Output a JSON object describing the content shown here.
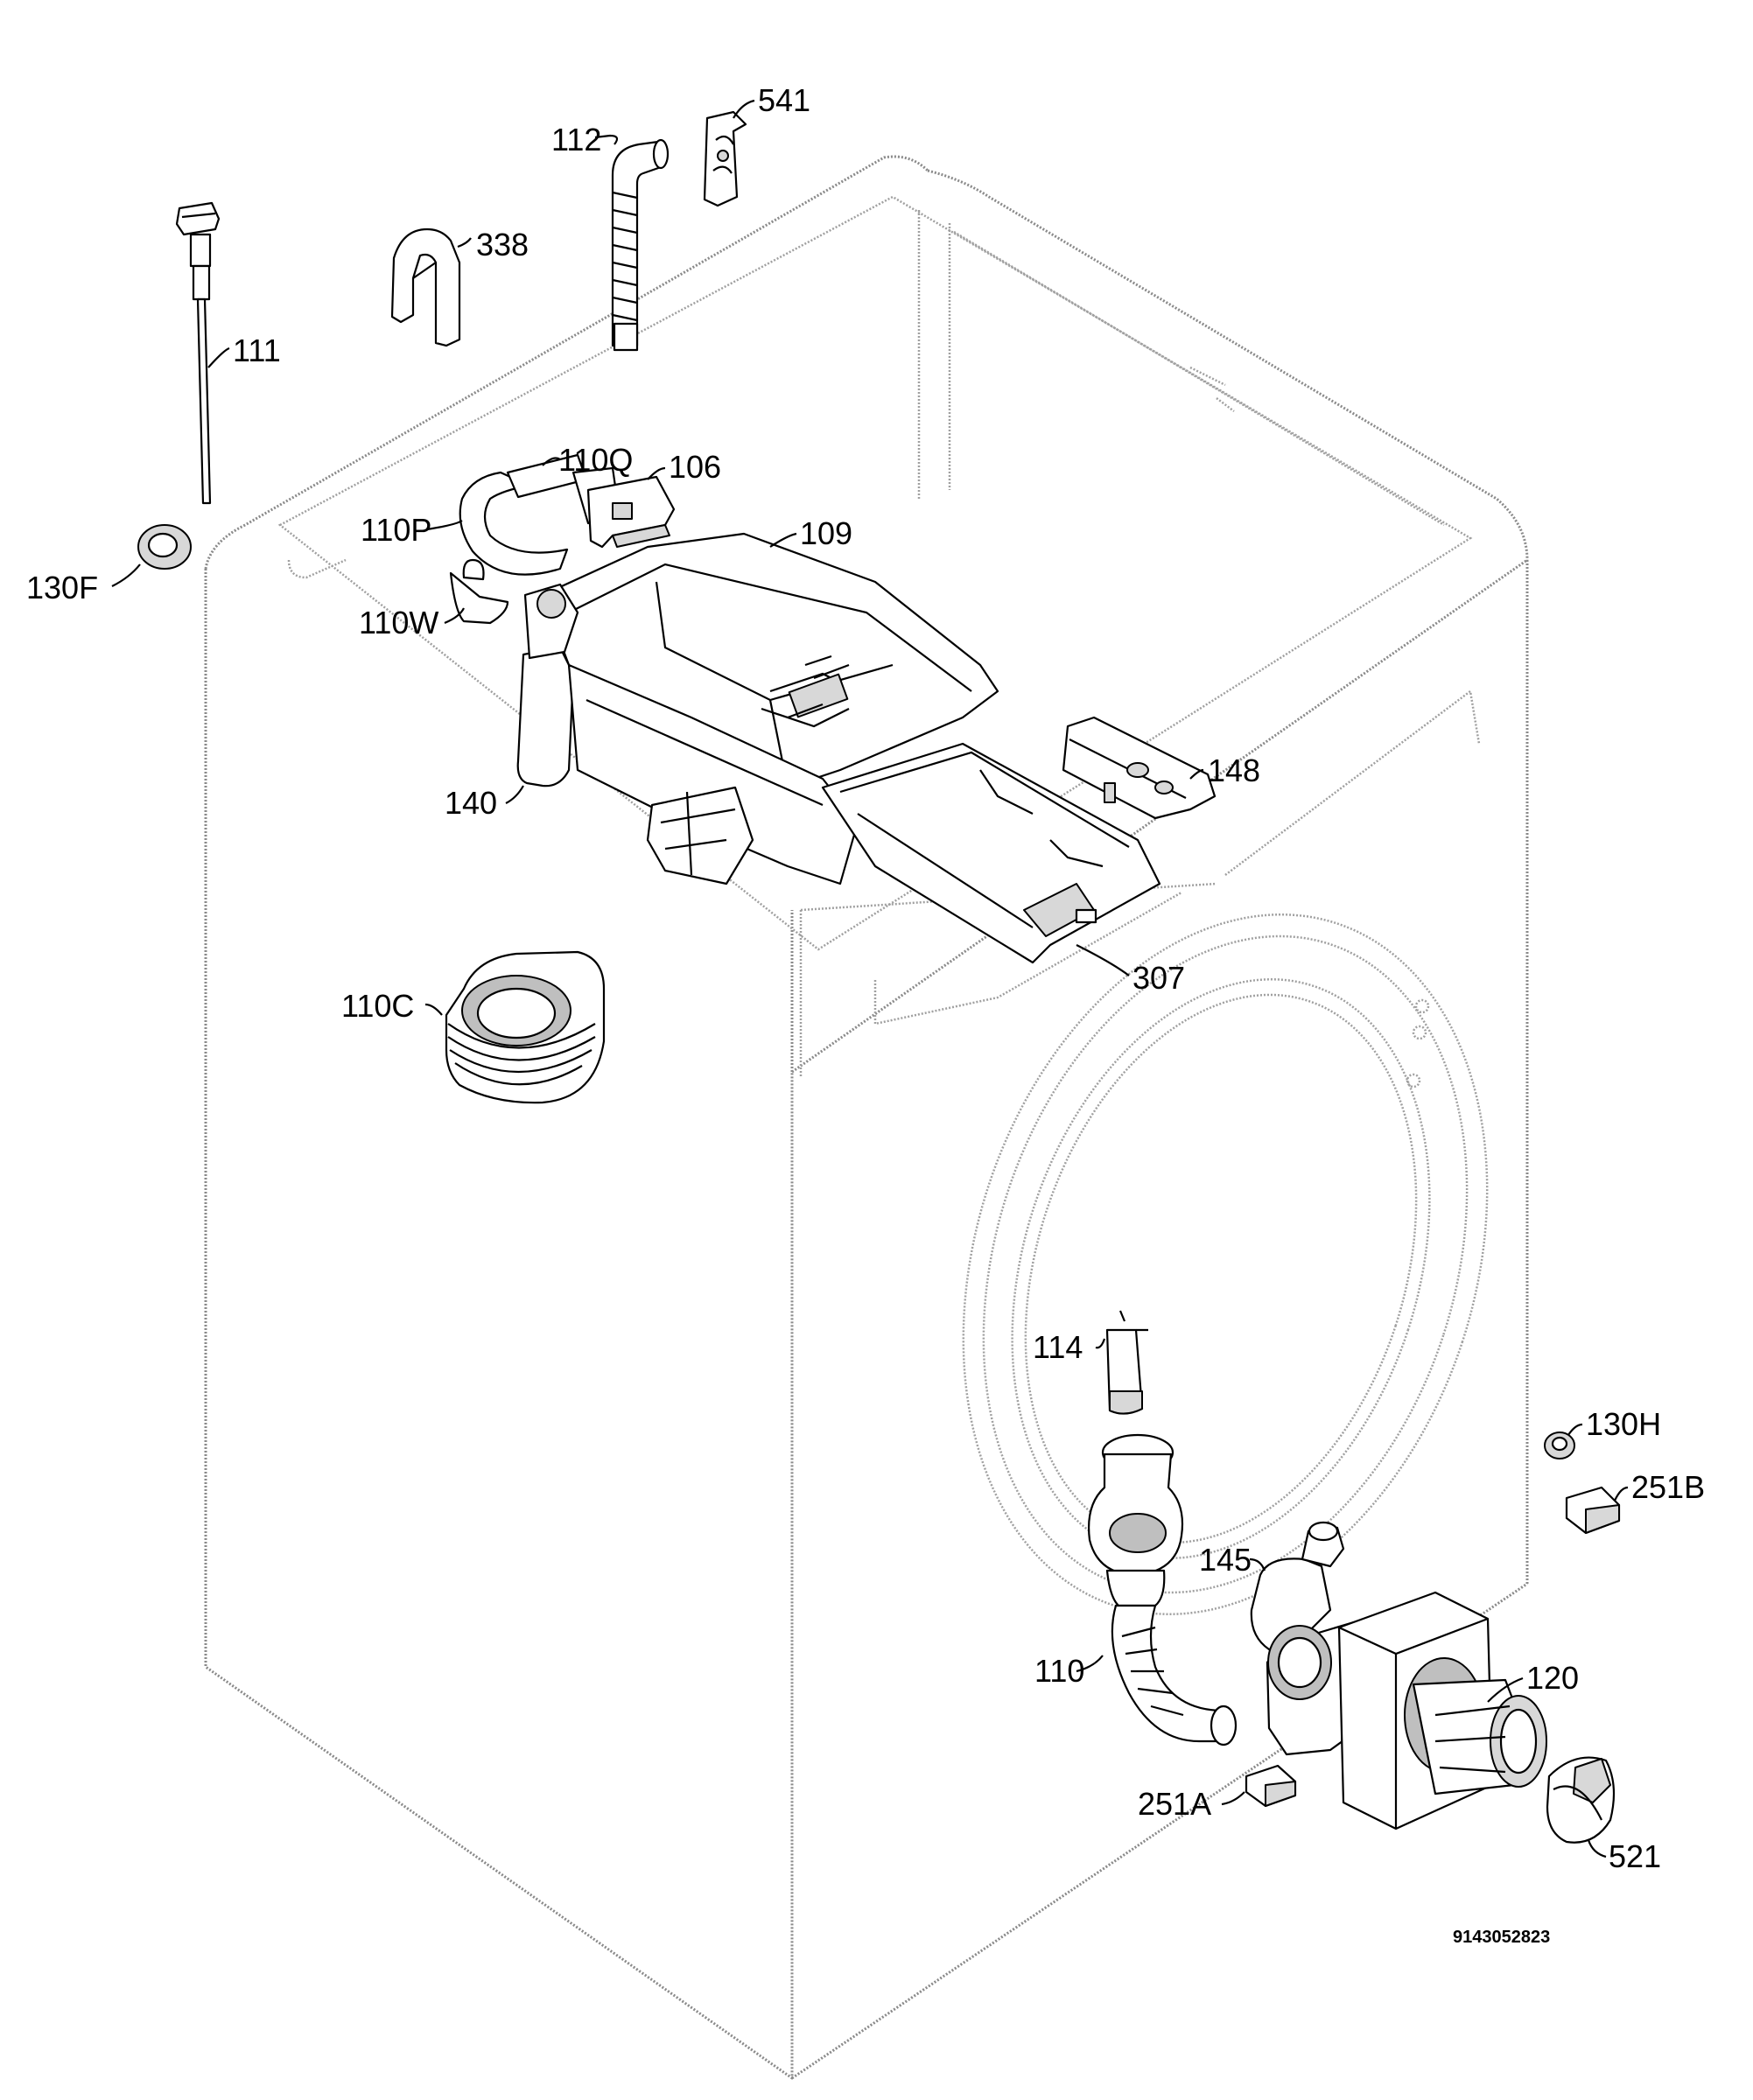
{
  "document_number": "9143052823",
  "parts": {
    "p541": "541",
    "p112": "112",
    "p338": "338",
    "p111": "111",
    "p110Q": "110Q",
    "p106": "106",
    "p110P": "110P",
    "p109": "109",
    "p130F": "130F",
    "p110W": "110W",
    "p140": "140",
    "p148": "148",
    "p307": "307",
    "p110C": "110C",
    "p114": "114",
    "p130H": "130H",
    "p251B": "251B",
    "p145": "145",
    "p110": "110",
    "p120": "120",
    "p251A": "251A",
    "p521": "521"
  }
}
